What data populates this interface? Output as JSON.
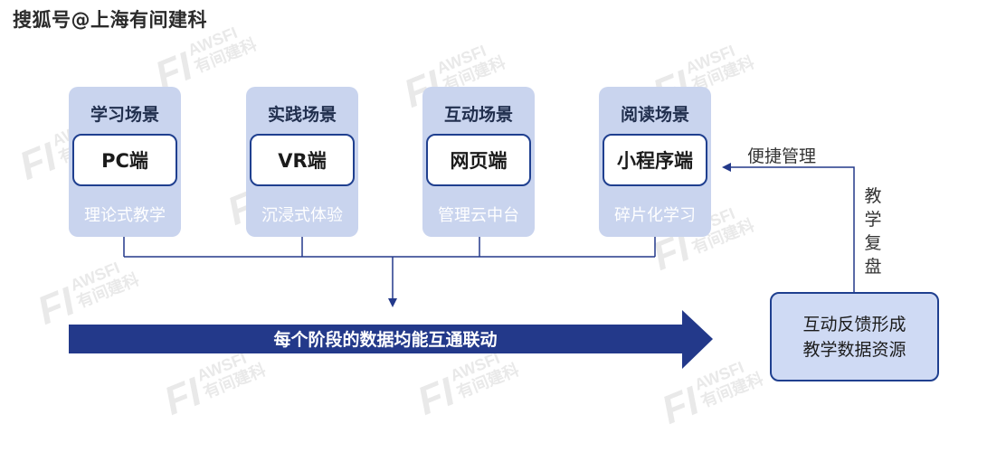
{
  "header": {
    "watermark_text": "搜狐号@上海有间建科"
  },
  "watermark": {
    "mark": "FI",
    "latin": "AWSFI",
    "cn": "有间建科"
  },
  "cards": [
    {
      "title": "学习场景",
      "platform": "PC端",
      "desc": "理论式教学"
    },
    {
      "title": "实践场景",
      "platform": "VR端",
      "desc": "沉浸式体验"
    },
    {
      "title": "互动场景",
      "platform": "网页端",
      "desc": "管理云中台"
    },
    {
      "title": "阅读场景",
      "platform": "小程序端",
      "desc": "碎片化学习"
    }
  ],
  "main_arrow": {
    "label": "每个阶段的数据均能互通联动"
  },
  "feedback_box": {
    "line1": "互动反馈形成",
    "line2": "教学数据资源"
  },
  "side_labels": {
    "manage": "便捷管理",
    "review": [
      "教",
      "学",
      "复",
      "盘"
    ]
  },
  "colors": {
    "card_bg": "#c9d4ee",
    "accent": "#1f3f8f",
    "arrow": "#23398a",
    "connector": "#23398a"
  }
}
